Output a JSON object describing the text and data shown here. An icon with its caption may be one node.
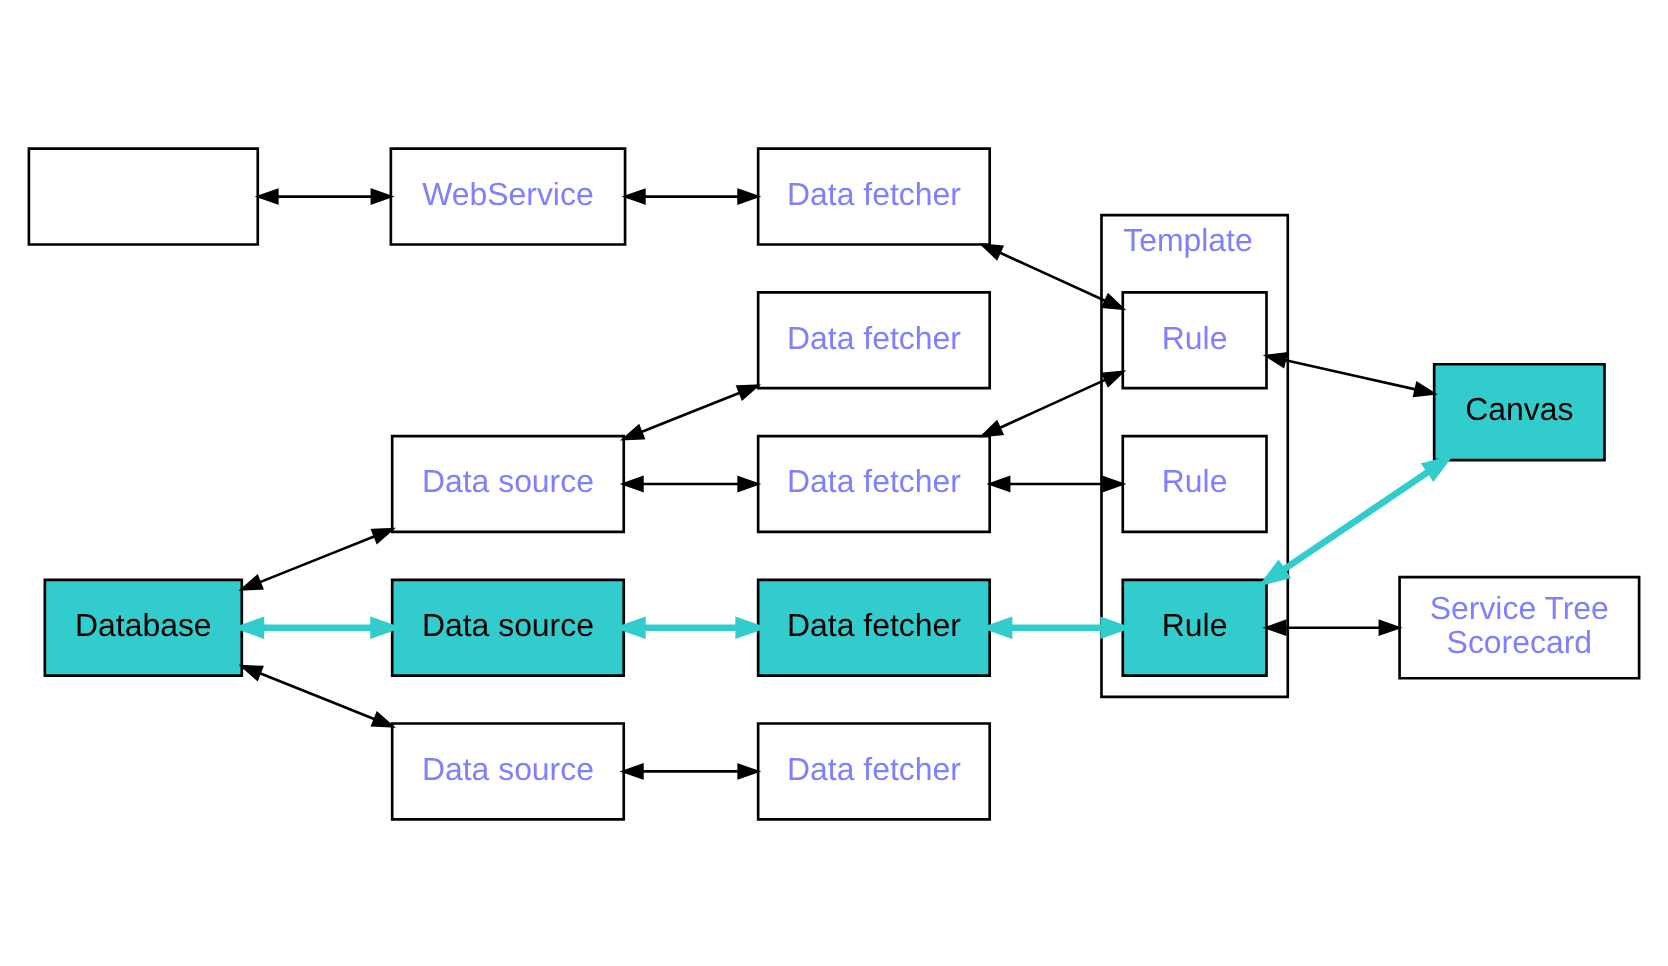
{
  "diagram": {
    "nodes": [
      {
        "text": [],
        "shape": "box"
      },
      {
        "text": [
          "WebService"
        ]
      },
      {
        "text": [
          "Database"
        ]
      },
      {
        "text": [
          "Data source"
        ]
      },
      {
        "text": [
          "Data source"
        ]
      },
      {
        "text": [
          "Data source"
        ]
      },
      {
        "text": [
          "Data fetcher"
        ]
      },
      {
        "text": [
          "Data fetcher"
        ]
      },
      {
        "text": [
          "Data fetcher"
        ]
      },
      {
        "text": [
          "Data fetcher"
        ]
      },
      {
        "text": [
          "Data fetcher"
        ]
      },
      {
        "text": [
          "Template"
        ]
      },
      {
        "text": [
          "Rule"
        ],
        "in": 11
      },
      {
        "text": [
          "Rule"
        ],
        "in": 11
      },
      {
        "text": [
          "Rule"
        ],
        "in": 11
      },
      {
        "text": [
          "Service Tree",
          "Scorecard"
        ]
      },
      {
        "text": [
          "Canvas"
        ]
      }
    ],
    "edges": [
      {
        "from": 0,
        "to": 1,
        "arrow": "both"
      },
      {
        "from": 1,
        "to": 6,
        "arrow": "both"
      },
      {
        "from": 2,
        "to": 3,
        "arrow": "both"
      },
      {
        "from": 2,
        "to": 4,
        "arrow": "both",
        "style": "thick",
        "color": "#33cccc"
      },
      {
        "from": 2,
        "to": 5,
        "arrow": "both"
      },
      {
        "from": 3,
        "to": 7,
        "arrow": "both"
      },
      {
        "from": 3,
        "to": 8,
        "arrow": "both"
      },
      {
        "from": 4,
        "to": 9,
        "arrow": "both",
        "style": "thick",
        "color": "#33cccc"
      },
      {
        "from": 5,
        "to": 10,
        "arrow": "both"
      },
      {
        "from": 6,
        "to": 12,
        "arrow": "both"
      },
      {
        "from": 8,
        "to": 12,
        "arrow": "both"
      },
      {
        "from": 8,
        "to": 13,
        "arrow": "both"
      },
      {
        "from": 9,
        "to": 14,
        "arrow": "both",
        "style": "thick",
        "color": "#33cccc"
      },
      {
        "from": 14,
        "to": 15,
        "arrow": "both"
      },
      {
        "from": 14,
        "to": 16,
        "arrow": "both",
        "style": "thick",
        "color": "#33cccc"
      },
      {
        "from": 12,
        "to": 16,
        "arrow": "both"
      }
    ]
  }
}
